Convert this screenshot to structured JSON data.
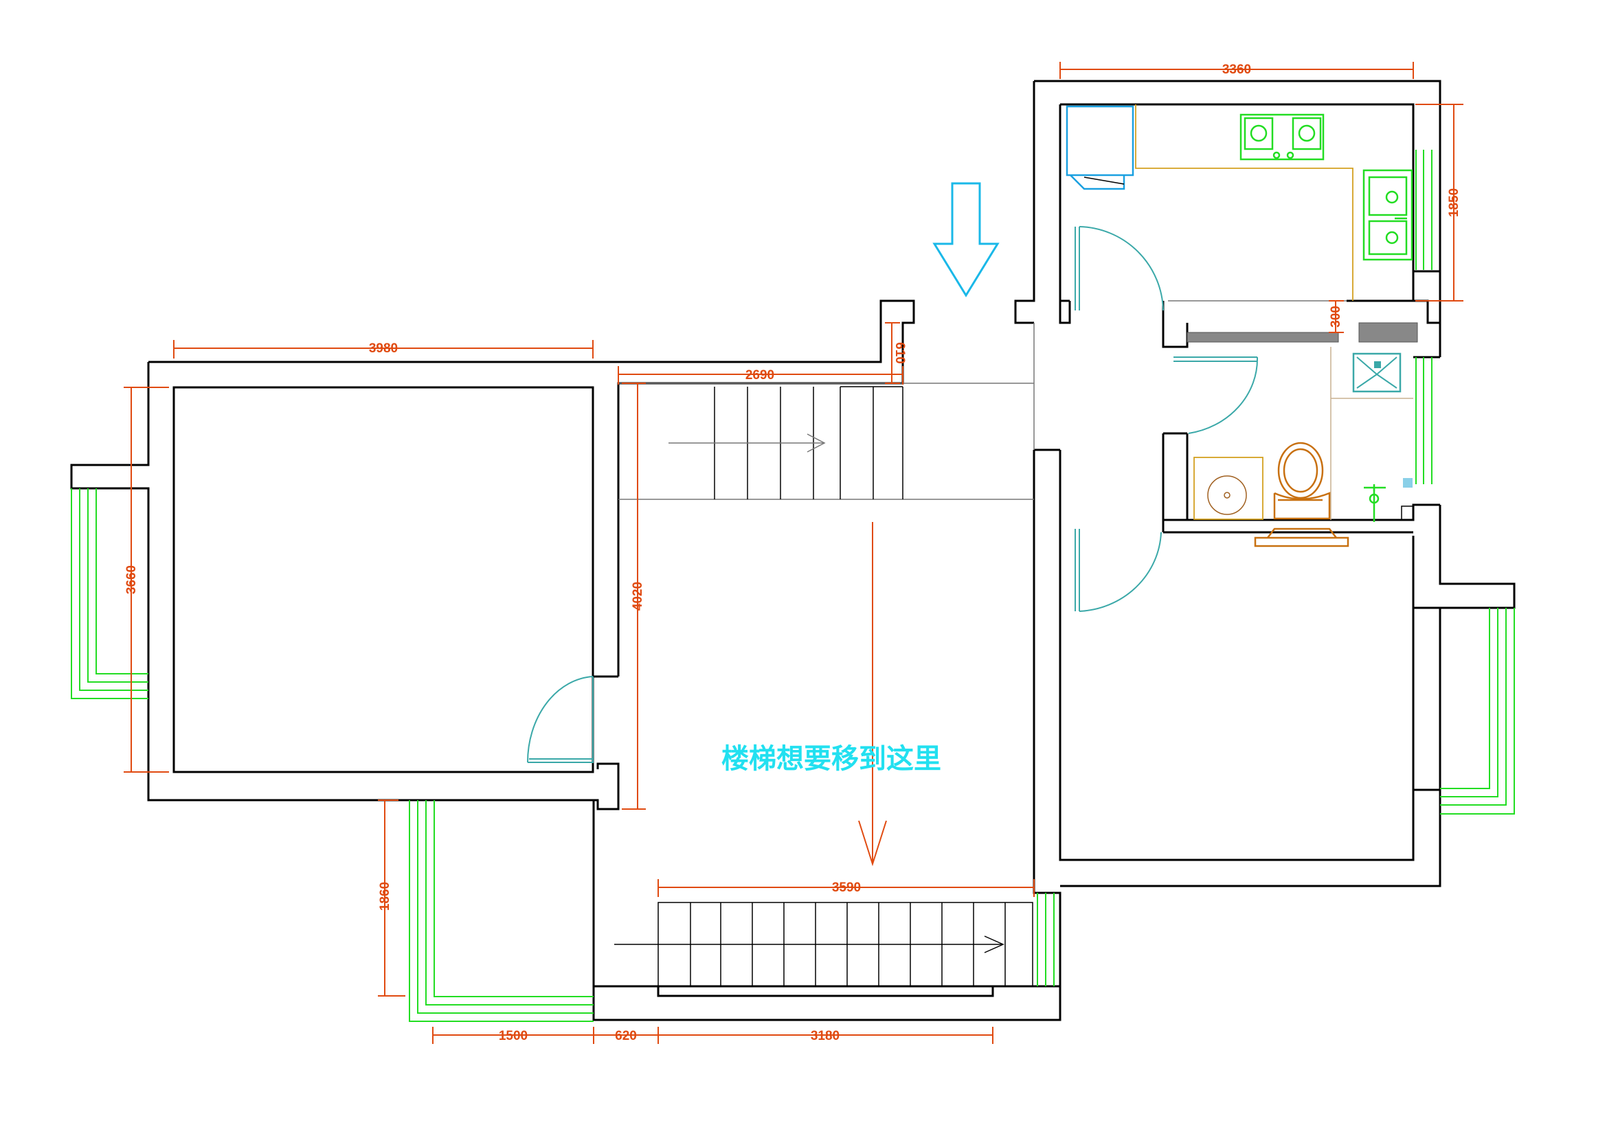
{
  "annotation": {
    "note": "楼梯想要移到这里"
  },
  "dimensions": {
    "top_left_room_width": "3980",
    "stair_hall_width": "2690",
    "step_notch": "610",
    "kitchen_width": "3360",
    "kitchen_depth": "1850",
    "passage_gap": "300",
    "left_room_depth": "3660",
    "stair_hall_depth": "4020",
    "balcony_depth": "1860",
    "lower_stair_length": "3590",
    "balcony_width": "1500",
    "wall_gap": "620",
    "lower_stair_base": "3180"
  },
  "colors": {
    "walls": "#000000",
    "dimensions": "#e04a10",
    "windows": "#22dd22",
    "doors": "#3aa8a8",
    "note": "#22e0f0",
    "arrow": "#1ab8e8",
    "sanitary": "#c87010"
  }
}
